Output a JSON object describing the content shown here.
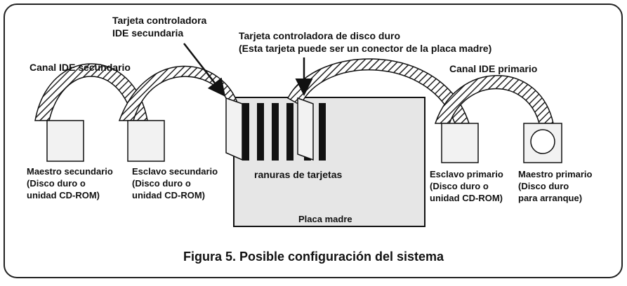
{
  "labels": {
    "secondary_controller": [
      "Tarjeta controladora",
      "IDE secundaria"
    ],
    "disk_controller": [
      "Tarjeta controladora de disco duro",
      "(Esta tarjeta puede ser un conector de la placa madre)"
    ],
    "secondary_channel": "Canal IDE secundario",
    "primary_channel": "Canal IDE primario",
    "secondary_master": [
      "Maestro secundario",
      "(Disco duro o",
      "unidad CD-ROM)"
    ],
    "secondary_slave": [
      "Esclavo secundario",
      "(Disco duro o",
      "unidad CD-ROM)"
    ],
    "card_slots": "ranuras de tarjetas",
    "motherboard": "Placa madre",
    "primary_slave": [
      "Esclavo primario",
      "(Disco duro o",
      "unidad CD-ROM)"
    ],
    "primary_master": [
      "Maestro primario",
      "(Disco duro",
      "para arranque)"
    ]
  },
  "caption": "Figura 5. Posible configuración del sistema"
}
